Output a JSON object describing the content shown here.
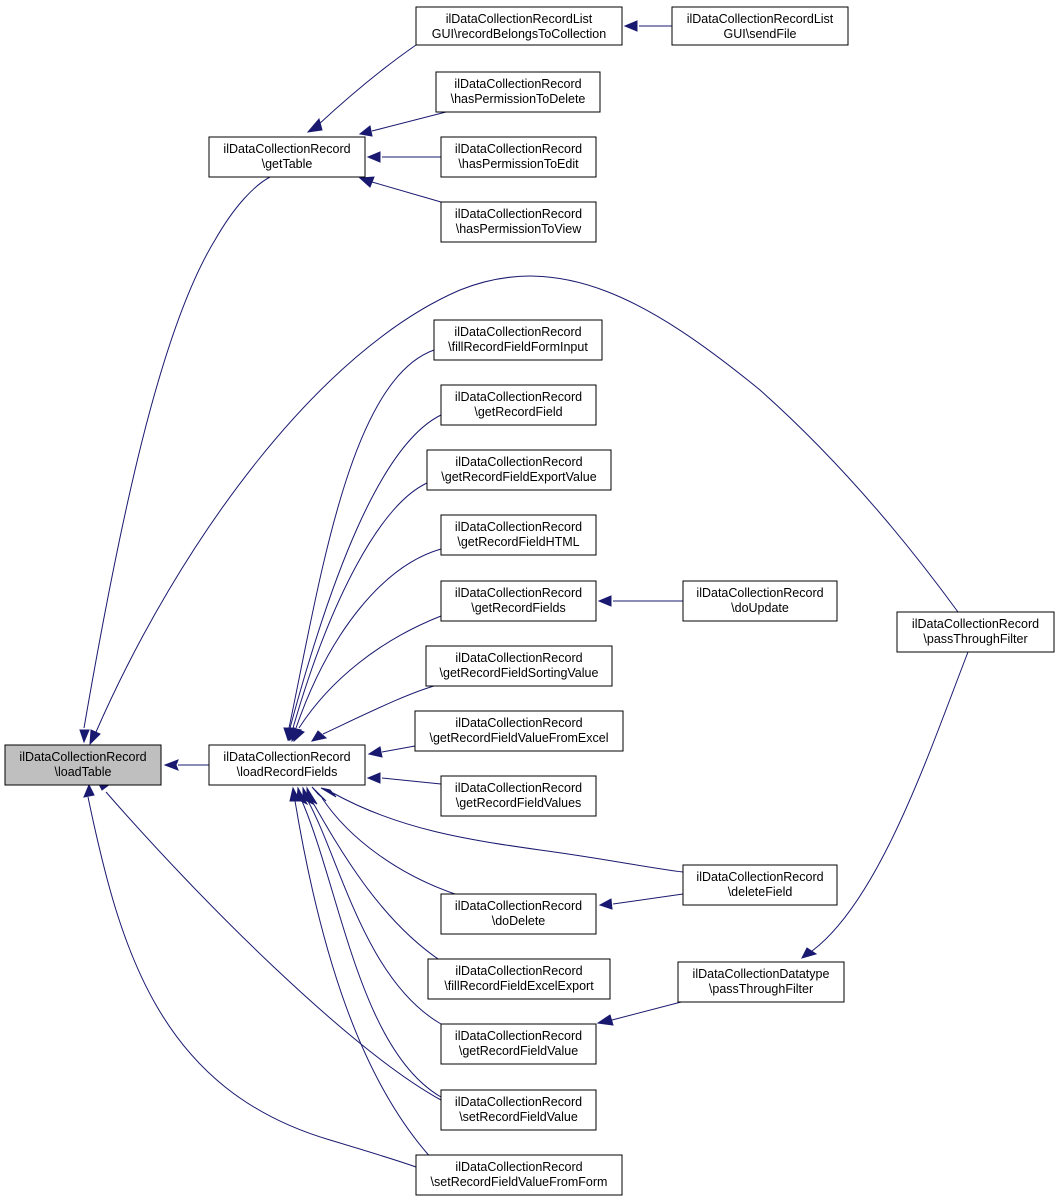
{
  "colors": {
    "edge": "#191970",
    "root_fill": "#bfbfbf",
    "node_fill": "#ffffff",
    "node_border": "#000000"
  },
  "nodes": {
    "loadTable": [
      "ilDataCollectionRecord",
      "\\loadTable"
    ],
    "getTable": [
      "ilDataCollectionRecord",
      "\\getTable"
    ],
    "loadRecordFields": [
      "ilDataCollectionRecord",
      "\\loadRecordFields"
    ],
    "recordBelongsToCollection": [
      "ilDataCollectionRecordList",
      "GUI\\recordBelongsToCollection"
    ],
    "sendFile": [
      "ilDataCollectionRecordList",
      "GUI\\sendFile"
    ],
    "hasPermissionToDelete": [
      "ilDataCollectionRecord",
      "\\hasPermissionToDelete"
    ],
    "hasPermissionToEdit": [
      "ilDataCollectionRecord",
      "\\hasPermissionToEdit"
    ],
    "hasPermissionToView": [
      "ilDataCollectionRecord",
      "\\hasPermissionToView"
    ],
    "fillRecordFieldFormInput": [
      "ilDataCollectionRecord",
      "\\fillRecordFieldFormInput"
    ],
    "getRecordField": [
      "ilDataCollectionRecord",
      "\\getRecordField"
    ],
    "getRecordFieldExportValue": [
      "ilDataCollectionRecord",
      "\\getRecordFieldExportValue"
    ],
    "getRecordFieldHTML": [
      "ilDataCollectionRecord",
      "\\getRecordFieldHTML"
    ],
    "getRecordFields": [
      "ilDataCollectionRecord",
      "\\getRecordFields"
    ],
    "doUpdate": [
      "ilDataCollectionRecord",
      "\\doUpdate"
    ],
    "getRecordFieldSortingValue": [
      "ilDataCollectionRecord",
      "\\getRecordFieldSortingValue"
    ],
    "getRecordFieldValueFromExcel": [
      "ilDataCollectionRecord",
      "\\getRecordFieldValueFromExcel"
    ],
    "getRecordFieldValues": [
      "ilDataCollectionRecord",
      "\\getRecordFieldValues"
    ],
    "deleteField": [
      "ilDataCollectionRecord",
      "\\deleteField"
    ],
    "doDelete": [
      "ilDataCollectionRecord",
      "\\doDelete"
    ],
    "fillRecordFieldExcelExport": [
      "ilDataCollectionRecord",
      "\\fillRecordFieldExcelExport"
    ],
    "getRecordFieldValue": [
      "ilDataCollectionRecord",
      "\\getRecordFieldValue"
    ],
    "datatypePassThroughFilter": [
      "ilDataCollectionDatatype",
      "\\passThroughFilter"
    ],
    "recordPassThroughFilter": [
      "ilDataCollectionRecord",
      "\\passThroughFilter"
    ],
    "setRecordFieldValue": [
      "ilDataCollectionRecord",
      "\\setRecordFieldValue"
    ],
    "setRecordFieldValueFromForm": [
      "ilDataCollectionRecord",
      "\\setRecordFieldValueFromForm"
    ]
  },
  "edges": [
    [
      "getTable",
      "loadTable"
    ],
    [
      "loadRecordFields",
      "loadTable"
    ],
    [
      "recordPassThroughFilter",
      "loadTable"
    ],
    [
      "setRecordFieldValue",
      "loadTable"
    ],
    [
      "setRecordFieldValueFromForm",
      "loadTable"
    ],
    [
      "recordBelongsToCollection",
      "getTable"
    ],
    [
      "hasPermissionToDelete",
      "getTable"
    ],
    [
      "hasPermissionToEdit",
      "getTable"
    ],
    [
      "hasPermissionToView",
      "getTable"
    ],
    [
      "sendFile",
      "recordBelongsToCollection"
    ],
    [
      "fillRecordFieldFormInput",
      "loadRecordFields"
    ],
    [
      "getRecordField",
      "loadRecordFields"
    ],
    [
      "getRecordFieldExportValue",
      "loadRecordFields"
    ],
    [
      "getRecordFieldHTML",
      "loadRecordFields"
    ],
    [
      "getRecordFields",
      "loadRecordFields"
    ],
    [
      "getRecordFieldSortingValue",
      "loadRecordFields"
    ],
    [
      "getRecordFieldValueFromExcel",
      "loadRecordFields"
    ],
    [
      "getRecordFieldValues",
      "loadRecordFields"
    ],
    [
      "deleteField",
      "loadRecordFields"
    ],
    [
      "doDelete",
      "loadRecordFields"
    ],
    [
      "fillRecordFieldExcelExport",
      "loadRecordFields"
    ],
    [
      "getRecordFieldValue",
      "loadRecordFields"
    ],
    [
      "setRecordFieldValue",
      "loadRecordFields"
    ],
    [
      "setRecordFieldValueFromForm",
      "loadRecordFields"
    ],
    [
      "doUpdate",
      "getRecordFields"
    ],
    [
      "deleteField",
      "doDelete"
    ],
    [
      "datatypePassThroughFilter",
      "getRecordFieldValue"
    ],
    [
      "recordPassThroughFilter",
      "datatypePassThroughFilter"
    ]
  ]
}
